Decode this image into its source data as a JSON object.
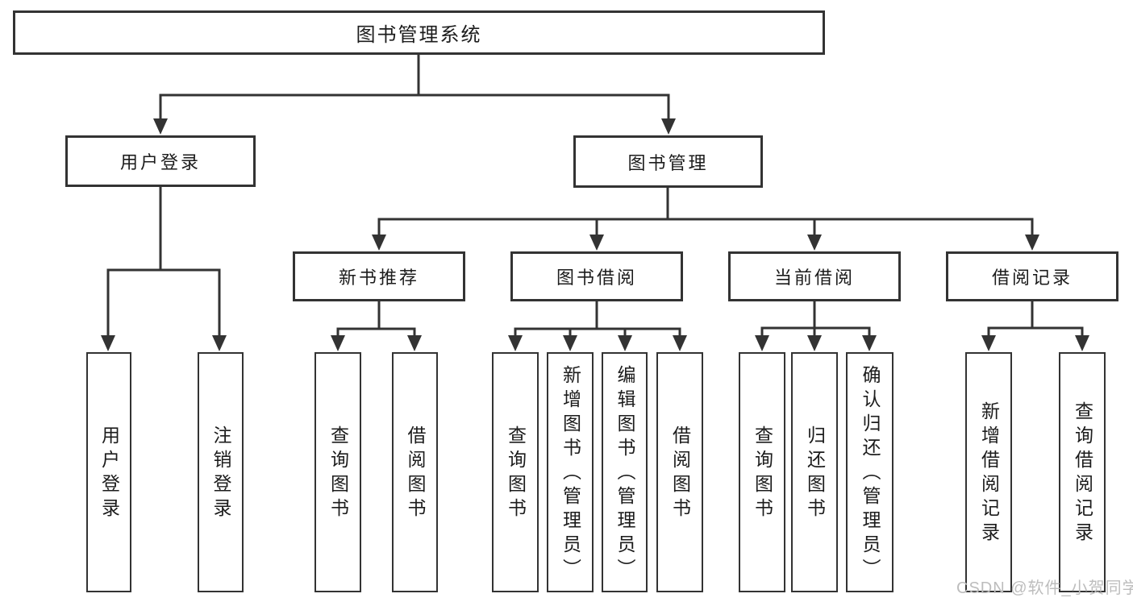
{
  "diagram": {
    "title": "图书管理系统",
    "nodes": {
      "root": "图书管理系统",
      "user_login": "用户登录",
      "book_mgmt": "图书管理",
      "new_books": "新书推荐",
      "book_borrow": "图书借阅",
      "current_borrow": "当前借阅",
      "borrow_records": "借阅记录",
      "leaf_user_login": "用户登录",
      "leaf_logout": "注销登录",
      "leaf_nb_query": "查询图书",
      "leaf_nb_borrow": "借阅图书",
      "leaf_bb_query": "查询图书",
      "leaf_bb_add": "新增图书（管理员）",
      "leaf_bb_edit": "编辑图书（管理员）",
      "leaf_bb_borrow": "借阅图书",
      "leaf_cb_query": "查询图书",
      "leaf_cb_return": "归还图书",
      "leaf_cb_confirm": "确认归还（管理员）",
      "leaf_br_add": "新增借阅记录",
      "leaf_br_query": "查询借阅记录"
    },
    "watermark": "CSDN @软件_小贺同学",
    "colors": {
      "background": "#ffffff",
      "border": "#333333",
      "line": "#333333",
      "text": "#1c1c1c",
      "watermark": "#bdbdbd"
    }
  }
}
